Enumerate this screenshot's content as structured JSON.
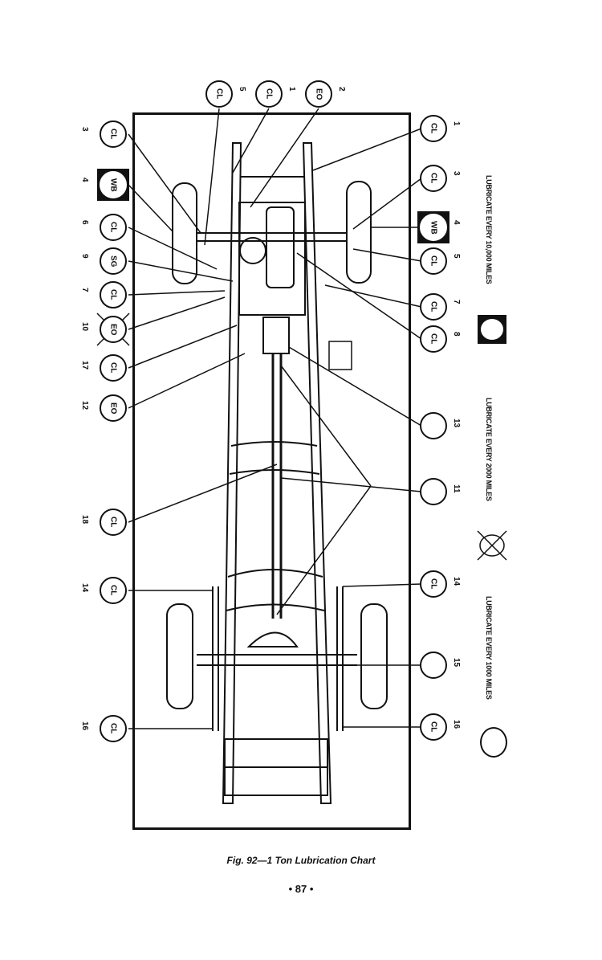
{
  "callouts": {
    "top": [
      {
        "num": "5",
        "code": "CL"
      },
      {
        "num": "1",
        "code": "CL"
      },
      {
        "num": "2",
        "code": "EO"
      }
    ],
    "left": [
      {
        "num": "3",
        "code": "CL"
      },
      {
        "num": "4",
        "code": "WB"
      },
      {
        "num": "6",
        "code": "CL"
      },
      {
        "num": "9",
        "code": "SG"
      },
      {
        "num": "7",
        "code": "CL"
      },
      {
        "num": "10",
        "code": "EO"
      },
      {
        "num": "17",
        "code": "CL"
      },
      {
        "num": "12",
        "code": "EO"
      },
      {
        "num": "18",
        "code": "CL"
      },
      {
        "num": "14",
        "code": "CL"
      },
      {
        "num": "16",
        "code": "CL"
      }
    ],
    "right": [
      {
        "num": "1",
        "code": "CL"
      },
      {
        "num": "3",
        "code": "CL"
      },
      {
        "num": "4",
        "code": "WB"
      },
      {
        "num": "5",
        "code": "CL"
      },
      {
        "num": "7",
        "code": "CL"
      },
      {
        "num": "8",
        "code": "CL"
      },
      {
        "num": "13",
        "code": ""
      },
      {
        "num": "11",
        "code": ""
      },
      {
        "num": "14",
        "code": "CL"
      },
      {
        "num": "15",
        "code": ""
      },
      {
        "num": "16",
        "code": "CL"
      }
    ]
  },
  "legend": {
    "ten_thousand": "LUBRICATE EVERY 10,000 MILES",
    "two_thousand": "LUBRICATE EVERY 2000 MILES",
    "one_thousand": "LUBRICATE EVERY 1000 MILES"
  },
  "caption": "Fig. 92—1 Ton Lubrication Chart",
  "page_number": "• 87 •"
}
